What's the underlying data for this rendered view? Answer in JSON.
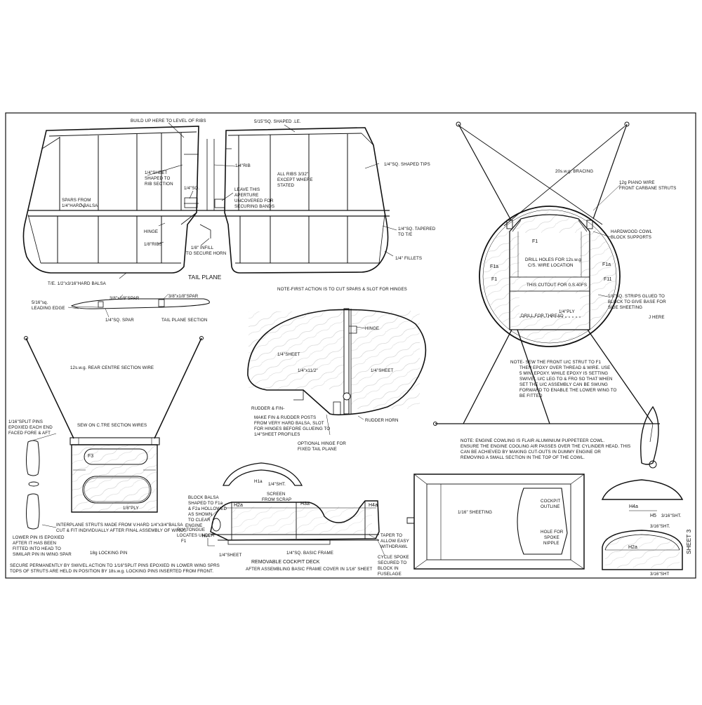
{
  "sheet_label": "SHEET 3",
  "tailplane": {
    "title": "TAIL PLANE",
    "build_up": "BUILD UP HERE TO LEVEL OF RIBS",
    "shaped_le": "5/15\"SQ. SHAPED .LE.",
    "sheet_shaped_1": "1/4\"SHEET",
    "sheet_shaped_2": "SHAPED TO",
    "sheet_shaped_3": "RIB SECTION",
    "rib": "1/4\"RIB",
    "sq": "1/4\"SQ.",
    "all_ribs_1": "ALL RIBS 3/32\"",
    "all_ribs_2": "EXCEPT WHERE",
    "all_ribs_3": "STATED",
    "shaped_tips": "1/4\"SQ. SHAPED TIPS",
    "spars_1": "SPARS FROM",
    "spars_2": "1/4\"HARD BALSA",
    "leave_1": "LEAVE THIS",
    "leave_2": "APERTURE",
    "leave_3": "UNCOVERED FOR",
    "leave_4": "SECURING BANDS",
    "hinge": "HINGE",
    "ribs_18": "1/8\"RIBS",
    "infill_1": "1/8\" INFILL",
    "infill_2": "TO SECURE HORN",
    "tapered_1": "1/4\"SQ. TAPERED",
    "tapered_2": "TO T/E",
    "fillets": "1/4\" FILLETS",
    "te": "T/E. 1/2\"x3/16\"HARD BALSA"
  },
  "section": {
    "title": "TAIL PLANE SECTION",
    "le_1": "5/16\"sq.",
    "le_2": "LEADING EDGE",
    "spar_a": "3/8\"x1/8\"SPAR",
    "spar_b": "3/8\"x1/8\"SPAR",
    "sq_spar": "1/4\"SQ. SPAR"
  },
  "rudder": {
    "note_first": "NOTE-FIRST  ACTION IS TO CUT SPARS & SLOT FOR HINGES",
    "hinge": "HINGE",
    "sheet_a": "1/4\"SHEET",
    "sheet_b": "1/4\"SHEET",
    "size": "1/4\"x11/2\"",
    "title": "RUDDER & FIN-",
    "make_1": "MAKE FIN & RUDDER POSTS",
    "make_2": "FROM VERY HARD BALSA, SLOT",
    "make_3": "FOR HINGES BEFORE GLUEING TO",
    "make_4": "1/4\"SHEET PROFILES",
    "horn": "RUDDER HORN",
    "optional_1": "OPTIONAL HINGE FOR",
    "optional_2": "FIXED TAIL PLANE"
  },
  "centre": {
    "wire": "12s.w.g. REAR CENTRE SECTION WIRE",
    "pins_1": "1/16\"SPLIT PINS",
    "pins_2": "EPOXIED EACH END",
    "pins_3": "FACED FORE & AFT",
    "sew": "SEW ON C.TRE SECTION WIRES",
    "f3": "F3",
    "ply": "1/8\"PLY",
    "struts_1": "INTERPLANE STRUTS MADE FROM V.HARD 1/4\"x3/4\"BALSA",
    "struts_2": "CUT & FIT INDIVIDUALLY AFTER FINAL ASSEMBLY OF WINGS",
    "lower_1": "LOWER PIN IS EPOXIED",
    "lower_2": "AFTER IT HAS BEEN",
    "lower_3": "FITTED INTO HEAD TO",
    "lower_4": "SIMILAR PIN IN WING SPAR",
    "locking": "18g LOCKING PIN",
    "secure_1": "SECURE PERMANENTLY BY SWIVEL ACTION TO 1/16\"SPLIT PINS EPOXIED IN LOWER WING SPRS",
    "secure_2": "TOPS OF STRUTS ARE HELD IN POSITION BY 18s.w.g. LOCKING PINS INSERTED FROM FRONT."
  },
  "deck": {
    "h1a": "H1a",
    "sht": "1/4\"SHT.",
    "block_1": "BLOCK BALSA",
    "block_2": "SHAPED TO F1a",
    "block_3": "& F2a HOLLOWED",
    "block_4": "AS SHOWN",
    "block_5": "TO CLEAR",
    "block_6": "ENGINE",
    "h2a": "H2a",
    "screen_1": "SCREEN",
    "screen_2": "FROM SCRAP",
    "h3a": "H3a",
    "h4a": "H4a",
    "ply_1": "PLY TONGUE",
    "ply_2": "LOCATES UNDER",
    "ply_3": "F1",
    "hia": "HIA",
    "sheet": "1/4\"SHEET",
    "basic": "1/4\"SQ. BASIC FRAME",
    "taper_1": "TAPER TO",
    "taper_2": "ALLOW EASY",
    "taper_3": "WITHDRAWL",
    "title": "REMOVABLE COCKPIT DECK",
    "after": "AFTER ASSEMBLING BASIC FRAME COVER IN 1/16\" SHEET",
    "spoke_1": "CYCLE SPOKE",
    "spoke_2": "SECURED TO",
    "spoke_3": "BLOCK IN",
    "spoke_4": "FUSELAGE"
  },
  "cowl": {
    "bracing": "20s.w.g. BRACING",
    "piano_1": "12g PIANO WIRE",
    "piano_2": "FRONT CARBANE STRUTS",
    "hardwood_1": "HARDWOOD COWL",
    "hardwood_2": "BLOCK SUPPORTS",
    "f1": "F1",
    "f1a_l": "F1a",
    "f1a_r": "F1a",
    "f1_l": "F1",
    "f11_r": "F11",
    "drill_1": "DRILL HOLES FOR 12s.w.g",
    "drill_2": "C/S. WIRE LOCATION",
    "cutout": "THIS CUTOUT FOR 0.S.40FS",
    "strips_1": "1/8\"SQ. STRIPS GLUED TO",
    "strips_2": "BLOCK TO GIVE BASE FOR",
    "strips_3": "SIDE SHEETING",
    "ply": "1/4\"PLY",
    "thread": "DRILL FOR THREAD",
    "here": "J HERE",
    "note_1": "NOTE-  SEW THE FRONT U/C STRUT TO F1",
    "note_2": "THEN EPOXY OVER THREAD & WIRE. USE",
    "note_3": "5 MIN. EPOXY. WHILE EPOXY IS SETTING",
    "note_4": "SWIVEL U/C LEG TO & FRO SO THAT WHEN",
    "note_5": "SET THE U/C ASSEMBLY CAN BE SWUNG",
    "note_6": "FORWARD TO ENABLE THE LOWER WING TO",
    "note_7": "BE FITTED",
    "engine_1": "NOTE: ENGINE COWLING IS FLAIR ALUMINIUM PUPPETEER COWL.",
    "engine_2": "ENSURE THE ENGINE COOLING AIR PASSES OVER THE CYLINDER HEAD. THIS",
    "engine_3": "CAN BE ACHIEVED BY MAKING CUT-OUTS IN DUMMY ENGINE OR",
    "engine_4": "REMOVING A SMALL SECTION IN THE TOP OF THE COWL."
  },
  "cover": {
    "sheeting": "1/16\" SHEETING",
    "cockpit_1": "COCKPIT",
    "cockpit_2": "OUTLINE",
    "hole_1": "HOLE FOR",
    "hole_2": "SPOKE",
    "hole_3": "NIPPLE"
  },
  "formers": {
    "h4a": "H4a",
    "h5": "H5",
    "h5_sht": "3/16\"SHT.",
    "sht_mid": "3/16\"SHT.",
    "h2a": "H2a",
    "sht_bot": "3/16\"SHT"
  }
}
